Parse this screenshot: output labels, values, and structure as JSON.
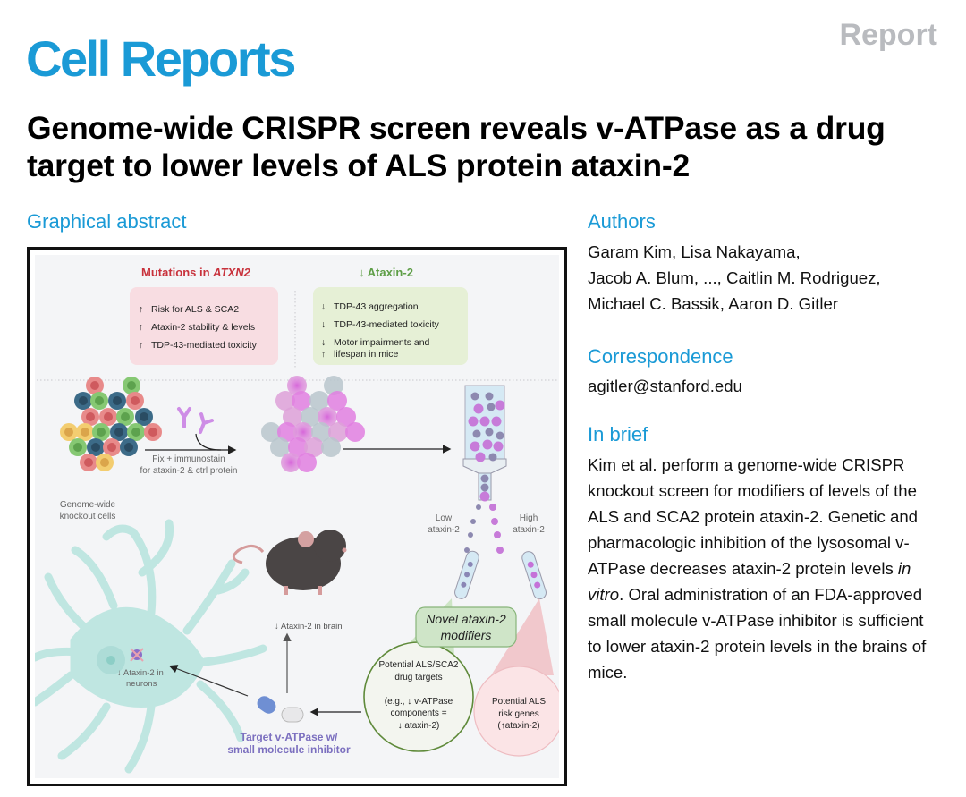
{
  "header": {
    "journal_name": "Cell Reports",
    "article_type": "Report",
    "title": "Genome-wide CRISPR screen reveals v-ATPase as a drug target to lower levels of ALS protein ataxin-2"
  },
  "graphical_abstract": {
    "heading": "Graphical abstract",
    "mutations_panel": {
      "title_prefix": "Mutations in ",
      "title_gene": "ATXN2",
      "items": [
        {
          "arrow": "↑",
          "text": "Risk for ALS & SCA2"
        },
        {
          "arrow": "↑",
          "text": "Ataxin-2 stability & levels"
        },
        {
          "arrow": "↑",
          "text": "TDP-43-mediated toxicity"
        }
      ]
    },
    "reduction_panel": {
      "title": "↓ Ataxin-2",
      "items": [
        {
          "arrow": "↓",
          "text": "TDP-43 aggregation"
        },
        {
          "arrow": "↓",
          "text": "TDP-43-mediated toxicity"
        },
        {
          "arrow": "↓",
          "text": "Motor impairments and"
        },
        {
          "arrow": "↑",
          "text": "lifespan in mice"
        }
      ]
    },
    "cells_label_1": "Genome-wide",
    "cells_label_2": "knockout cells",
    "stain_label_1": "Fix + immunostain",
    "stain_label_2": "for ataxin-2 & ctrl protein",
    "low_label_1": "Low",
    "low_label_2": "ataxin-2",
    "high_label_1": "High",
    "high_label_2": "ataxin-2",
    "modifiers_label_1": "Novel ataxin-2",
    "modifiers_label_2": "modifiers",
    "drug_targets": [
      "Potential ALS/SCA2",
      "drug targets",
      "",
      "(e.g., ↓ v-ATPase",
      "components =",
      "↓ ataxin-2)"
    ],
    "risk_genes": [
      "Potential ALS",
      "risk genes",
      "(↑ataxin-2)"
    ],
    "brain_label": "↓ Ataxin-2 in brain",
    "neuron_label_1": "↓ Ataxin-2 in",
    "neuron_label_2": "neurons",
    "inhibitor_label_1": "Target v-ATPase w/",
    "inhibitor_label_2": "small molecule inhibitor",
    "colors": {
      "red_title": "#c8323c",
      "green_title": "#5e9e47",
      "pink_panel": "#f8dde2",
      "green_panel": "#e6f0d6",
      "purple_text": "#7b6fbf",
      "neuron": "#bfe6e1"
    }
  },
  "authors": {
    "heading": "Authors",
    "lines": [
      "Garam Kim, Lisa Nakayama,",
      "Jacob A. Blum, ..., Caitlin M. Rodriguez,",
      "Michael C. Bassik, Aaron D. Gitler"
    ]
  },
  "correspondence": {
    "heading": "Correspondence",
    "email": "agitler@stanford.edu"
  },
  "in_brief": {
    "heading": "In brief",
    "text_before_italic": "Kim et al. perform a genome-wide CRISPR knockout screen for modifiers of levels of the ALS and SCA2 protein ataxin-2. Genetic and pharmacologic inhibition of the lysosomal v-ATPase decreases ataxin-2 protein levels ",
    "italic": "in vitro",
    "text_after_italic": ". Oral administration of an FDA-approved small molecule v-ATPase inhibitor is sufficient to lower ataxin-2 protein levels in the brains of mice."
  }
}
